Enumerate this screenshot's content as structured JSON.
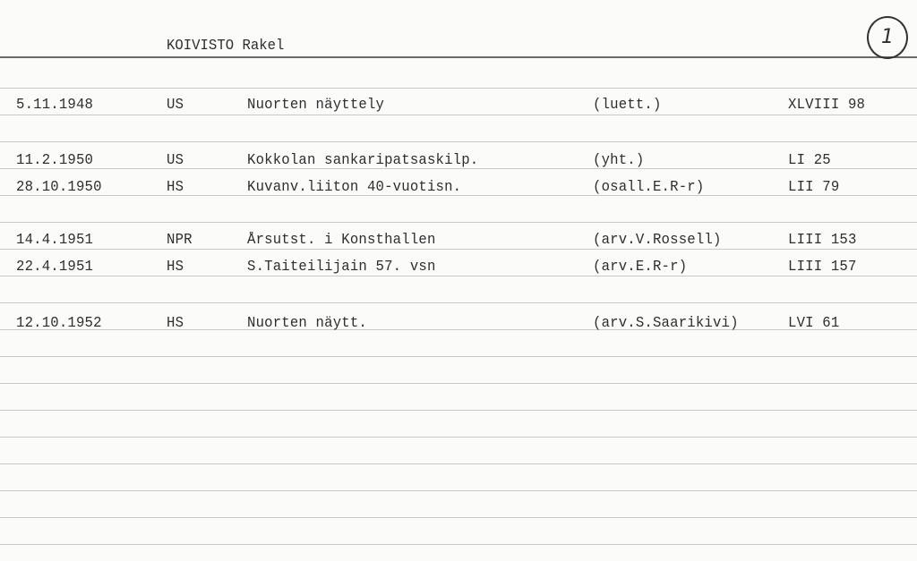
{
  "card": {
    "name": "KOIVISTO Rakel",
    "card_number": "1",
    "entries": [
      {
        "date": "5.11.1948",
        "source": "US",
        "title": "Nuorten näyttely",
        "note": "(luett.)",
        "ref": "XLVIII 98"
      },
      {
        "date": "11.2.1950",
        "source": "US",
        "title": "Kokkolan sankaripatsaskilp.",
        "note": "(yht.)",
        "ref": "LI 25"
      },
      {
        "date": "28.10.1950",
        "source": "HS",
        "title": "Kuvanv.liiton 40-vuotisn.",
        "note": "(osall.E.R-r)",
        "ref": "LII 79"
      },
      {
        "date": "14.4.1951",
        "source": "NPR",
        "title": "Årsutst. i Konsthallen",
        "note": "(arv.V.Rossell)",
        "ref": "LIII 153"
      },
      {
        "date": "22.4.1951",
        "source": "HS",
        "title": "S.Taiteilijain 57. vsn",
        "note": "(arv.E.R-r)",
        "ref": "LIII 157"
      },
      {
        "date": "12.10.1952",
        "source": "HS",
        "title": "Nuorten näytt.",
        "note": "(arv.S.Saarikivi)",
        "ref": "LVI 61"
      }
    ]
  }
}
